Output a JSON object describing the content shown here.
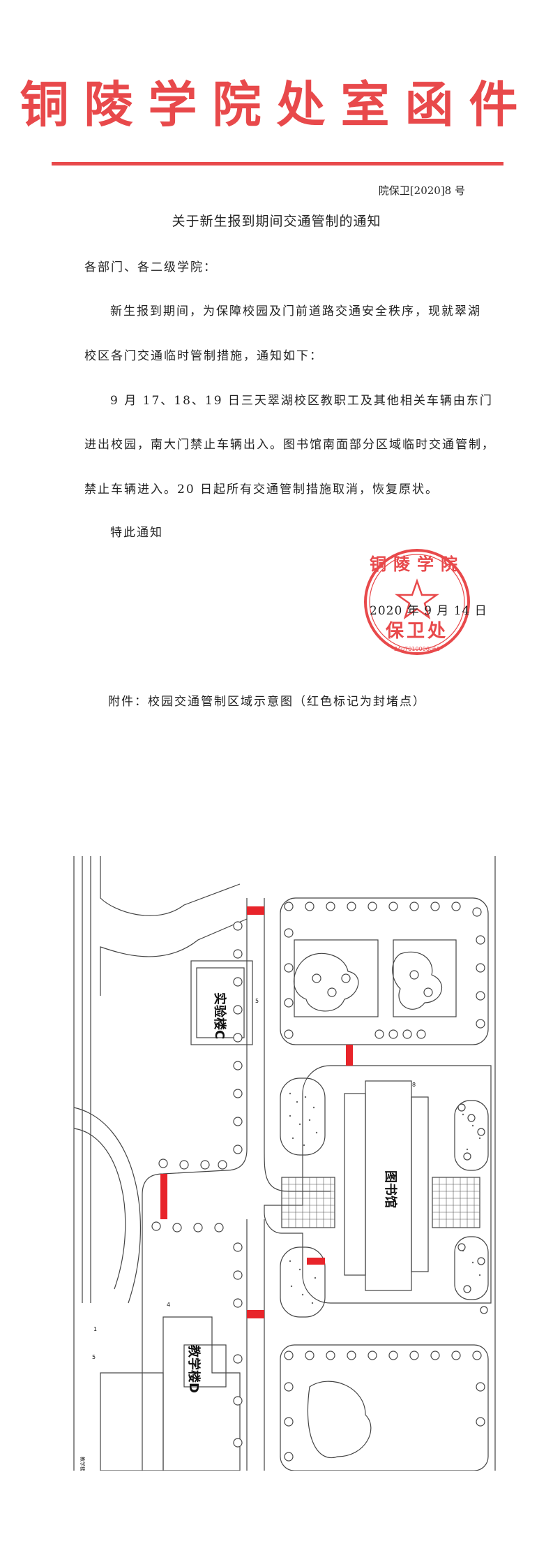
{
  "masthead": "铜陵学院处室函件",
  "doc_number": "院保卫[2020]8 号",
  "title": "关于新生报到期间交通管制的通知",
  "salutation": "各部门、各二级学院：",
  "paragraphs": [
    "新生报到期间，为保障校园及门前道路交通安全秩序，现就翠湖",
    "校区各门交通临时管制措施，通知如下：",
    "9 月 17、18、19 日三天翠湖校区教职工及其他相关车辆由东门",
    "进出校园，南大门禁止车辆出入。图书馆南面部分区域临时交通管制，",
    "禁止车辆进入。20 日起所有交通管制措施取消，恢复原状。",
    "特此通知"
  ],
  "seal": {
    "text": "铜陵学院保卫处",
    "code": "3407010006068",
    "color": "#e8494b"
  },
  "date": "2020 年 9 月 14 日",
  "attachment": "附件：校园交通管制区域示意图（红色标记为封堵点）",
  "map": {
    "labels": {
      "lab_building": "实验楼C",
      "library": "图书馆",
      "teaching_building": "教学楼D",
      "num_5": "5",
      "num_8": "8",
      "num_4": "4",
      "num_1": "1",
      "num_5b": "5",
      "small_label": "教学楼"
    },
    "blockade_color": "#e8242a"
  },
  "colors": {
    "brand_red": "#e8494b"
  }
}
